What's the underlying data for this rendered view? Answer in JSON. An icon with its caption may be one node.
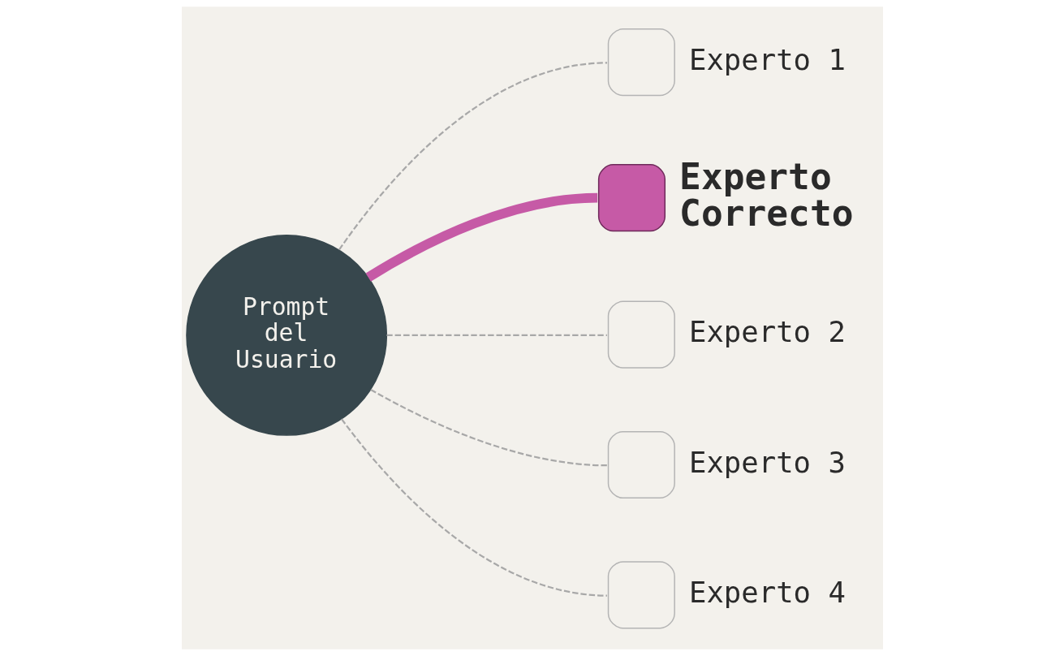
{
  "diagram": {
    "nodes": [
      {
        "text": [
          "Prompt del Usuario"
        ]
      },
      {
        "text": [
          "Experto 1"
        ]
      },
      {
        "text": [
          "Experto Correcto"
        ]
      },
      {
        "text": [
          "Experto 2"
        ]
      },
      {
        "text": [
          "Experto 3"
        ]
      },
      {
        "text": [
          "Experto 4"
        ]
      }
    ],
    "edges": [
      {
        "from": 0,
        "to": 1,
        "arrow": "none",
        "style": "dashed"
      },
      {
        "from": 0,
        "to": 2,
        "arrow": "none",
        "style": "thick",
        "color": "#c65aa6"
      },
      {
        "from": 0,
        "to": 3,
        "arrow": "none",
        "style": "dashed"
      },
      {
        "from": 0,
        "to": 4,
        "arrow": "none",
        "style": "dashed"
      },
      {
        "from": 0,
        "to": 5,
        "arrow": "none",
        "style": "dashed"
      }
    ]
  }
}
